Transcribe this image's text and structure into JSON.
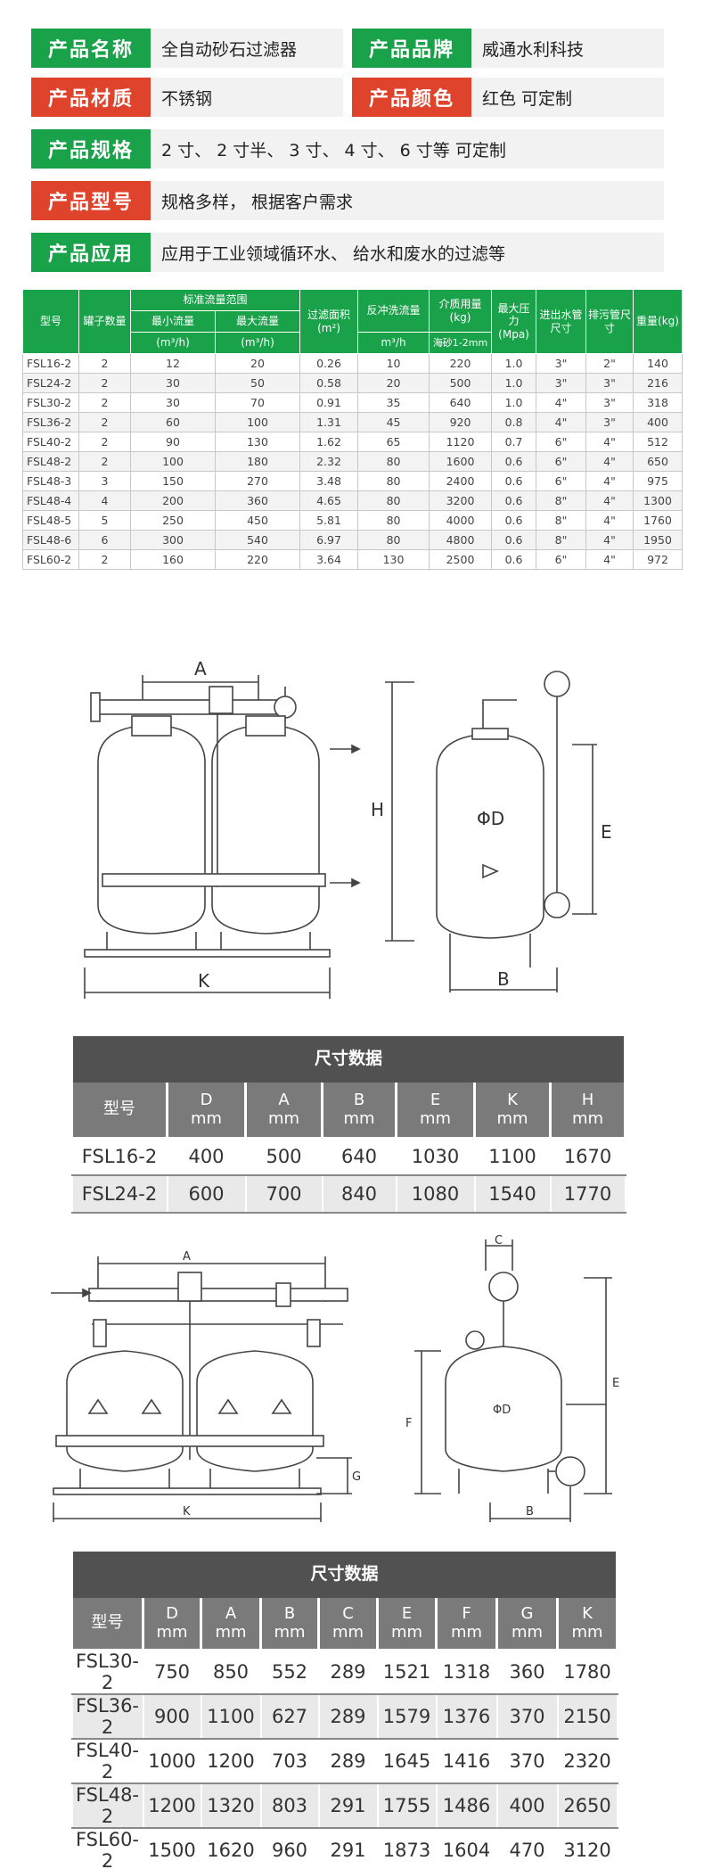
{
  "properties": [
    {
      "label": "产品名称",
      "value": "全自动砂石过滤器",
      "color": "green"
    },
    {
      "label": "产品品牌",
      "value": "威通水利科技",
      "color": "green"
    },
    {
      "label": "产品材质",
      "value": "不锈钢",
      "color": "red"
    },
    {
      "label": "产品颜色",
      "value": "红色 可定制",
      "color": "red"
    },
    {
      "label": "产品规格",
      "value": "2 寸、 2 寸半、 3 寸、 4 寸、 6 寸等 可定制",
      "color": "green"
    },
    {
      "label": "产品型号",
      "value": "规格多样， 根据客户需求",
      "color": "red"
    },
    {
      "label": "产品应用",
      "value": "应用于工业领域循环水、 给水和废水的过滤等",
      "color": "green"
    }
  ],
  "colors": {
    "green": "#1aa24a",
    "red": "#e0432c",
    "dark": "#515151",
    "gray": "#7a7a7a"
  },
  "spec_table": {
    "headers": {
      "model": "型号",
      "tanks": "罐子数量",
      "flow_range": "标准流量范围",
      "min_flow": "最小流量",
      "max_flow": "最大流量",
      "flow_unit": "(m³/h)",
      "filter_area": "过滤面积(m²)",
      "backwash": "反冲洗流量",
      "backwash_unit": "m³/h",
      "media": "介质用量(kg)",
      "media_sub": "海砂1-2mm",
      "pressure": "最大压力(Mpa)",
      "inlet": "进出水管尺寸",
      "drain": "排污管尺寸",
      "weight": "重量(kg)"
    },
    "rows": [
      [
        "FSL16-2",
        "2",
        "12",
        "20",
        "0.26",
        "10",
        "220",
        "1.0",
        "3\"",
        "2\"",
        "140"
      ],
      [
        "FSL24-2",
        "2",
        "30",
        "50",
        "0.58",
        "20",
        "500",
        "1.0",
        "3\"",
        "3\"",
        "216"
      ],
      [
        "FSL30-2",
        "2",
        "30",
        "70",
        "0.91",
        "35",
        "640",
        "1.0",
        "4\"",
        "3\"",
        "318"
      ],
      [
        "FSL36-2",
        "2",
        "60",
        "100",
        "1.31",
        "45",
        "920",
        "0.8",
        "4\"",
        "3\"",
        "400"
      ],
      [
        "FSL40-2",
        "2",
        "90",
        "130",
        "1.62",
        "65",
        "1120",
        "0.7",
        "6\"",
        "4\"",
        "512"
      ],
      [
        "FSL48-2",
        "2",
        "100",
        "180",
        "2.32",
        "80",
        "1600",
        "0.6",
        "6\"",
        "4\"",
        "650"
      ],
      [
        "FSL48-3",
        "3",
        "150",
        "270",
        "3.48",
        "80",
        "2400",
        "0.6",
        "6\"",
        "4\"",
        "975"
      ],
      [
        "FSL48-4",
        "4",
        "200",
        "360",
        "4.65",
        "80",
        "3200",
        "0.6",
        "8\"",
        "4\"",
        "1300"
      ],
      [
        "FSL48-5",
        "5",
        "250",
        "450",
        "5.81",
        "80",
        "4000",
        "0.6",
        "8\"",
        "4\"",
        "1760"
      ],
      [
        "FSL48-6",
        "6",
        "300",
        "540",
        "6.97",
        "80",
        "4800",
        "0.6",
        "8\"",
        "4\"",
        "1950"
      ],
      [
        "FSL60-2",
        "2",
        "160",
        "220",
        "3.64",
        "130",
        "2500",
        "0.6",
        "6\"",
        "4\"",
        "972"
      ]
    ]
  },
  "diagram1": {
    "labels": {
      "A": "A",
      "K": "K",
      "H": "H",
      "D": "ΦD",
      "E": "E",
      "B": "B"
    }
  },
  "dim_table_1": {
    "title": "尺寸数据",
    "model_header": "型号",
    "columns": [
      {
        "name": "D",
        "unit": "mm"
      },
      {
        "name": "A",
        "unit": "mm"
      },
      {
        "name": "B",
        "unit": "mm"
      },
      {
        "name": "E",
        "unit": "mm"
      },
      {
        "name": "K",
        "unit": "mm"
      },
      {
        "name": "H",
        "unit": "mm"
      }
    ],
    "rows": [
      [
        "FSL16-2",
        "400",
        "500",
        "640",
        "1030",
        "1100",
        "1670"
      ],
      [
        "FSL24-2",
        "600",
        "700",
        "840",
        "1080",
        "1540",
        "1770"
      ]
    ]
  },
  "diagram2": {
    "labels": {
      "A": "A",
      "K": "K",
      "G": "G",
      "C": "C",
      "F": "F",
      "E": "E",
      "D": "ΦD",
      "B": "B"
    }
  },
  "dim_table_2": {
    "title": "尺寸数据",
    "model_header": "型号",
    "columns": [
      {
        "name": "D",
        "unit": "mm"
      },
      {
        "name": "A",
        "unit": "mm"
      },
      {
        "name": "B",
        "unit": "mm"
      },
      {
        "name": "C",
        "unit": "mm"
      },
      {
        "name": "E",
        "unit": "mm"
      },
      {
        "name": "F",
        "unit": "mm"
      },
      {
        "name": "G",
        "unit": "mm"
      },
      {
        "name": "K",
        "unit": "mm"
      }
    ],
    "rows": [
      [
        "FSL30-2",
        "750",
        "850",
        "552",
        "289",
        "1521",
        "1318",
        "360",
        "1780"
      ],
      [
        "FSL36-2",
        "900",
        "1100",
        "627",
        "289",
        "1579",
        "1376",
        "370",
        "2150"
      ],
      [
        "FSL40-2",
        "1000",
        "1200",
        "703",
        "289",
        "1645",
        "1416",
        "370",
        "2320"
      ],
      [
        "FSL48-2",
        "1200",
        "1320",
        "803",
        "291",
        "1755",
        "1486",
        "400",
        "2650"
      ],
      [
        "FSL60-2",
        "1500",
        "1620",
        "960",
        "291",
        "1873",
        "1604",
        "470",
        "3120"
      ]
    ]
  }
}
